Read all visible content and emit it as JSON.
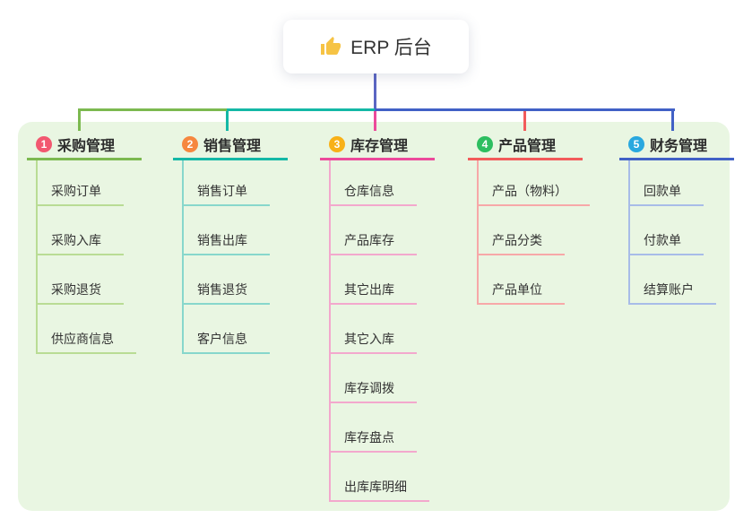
{
  "root": {
    "title": "ERP 后台",
    "icon": "thumbs-up-icon"
  },
  "branches": [
    {
      "index": "1",
      "title": "采购管理",
      "accent": "#7cb950",
      "badge_color": "#f25870",
      "children": [
        "采购订单",
        "采购入库",
        "采购退货",
        "供应商信息"
      ]
    },
    {
      "index": "2",
      "title": "销售管理",
      "accent": "#14b8a6",
      "badge_color": "#f6873f",
      "children": [
        "销售订单",
        "销售出库",
        "销售退货",
        "客户信息"
      ]
    },
    {
      "index": "3",
      "title": "库存管理",
      "accent": "#ec4a9b",
      "badge_color": "#f8b117",
      "children": [
        "仓库信息",
        "产品库存",
        "其它出库",
        "其它入库",
        "库存调拨",
        "库存盘点",
        "出库库明细"
      ]
    },
    {
      "index": "4",
      "title": "产品管理",
      "accent": "#f25b5b",
      "badge_color": "#2dbe60",
      "children": [
        "产品（物料）",
        "产品分类",
        "产品单位"
      ]
    },
    {
      "index": "5",
      "title": "财务管理",
      "accent": "#4161c6",
      "badge_color": "#29a8df",
      "children": [
        "回款单",
        "付款单",
        "结算账户"
      ]
    }
  ],
  "colors": {
    "root_stem": "#5b66c3",
    "right_connector": "#4161c6",
    "panel_background": "#e9f6e2",
    "thumb_icon": "#f6c344",
    "text": "#333333"
  }
}
